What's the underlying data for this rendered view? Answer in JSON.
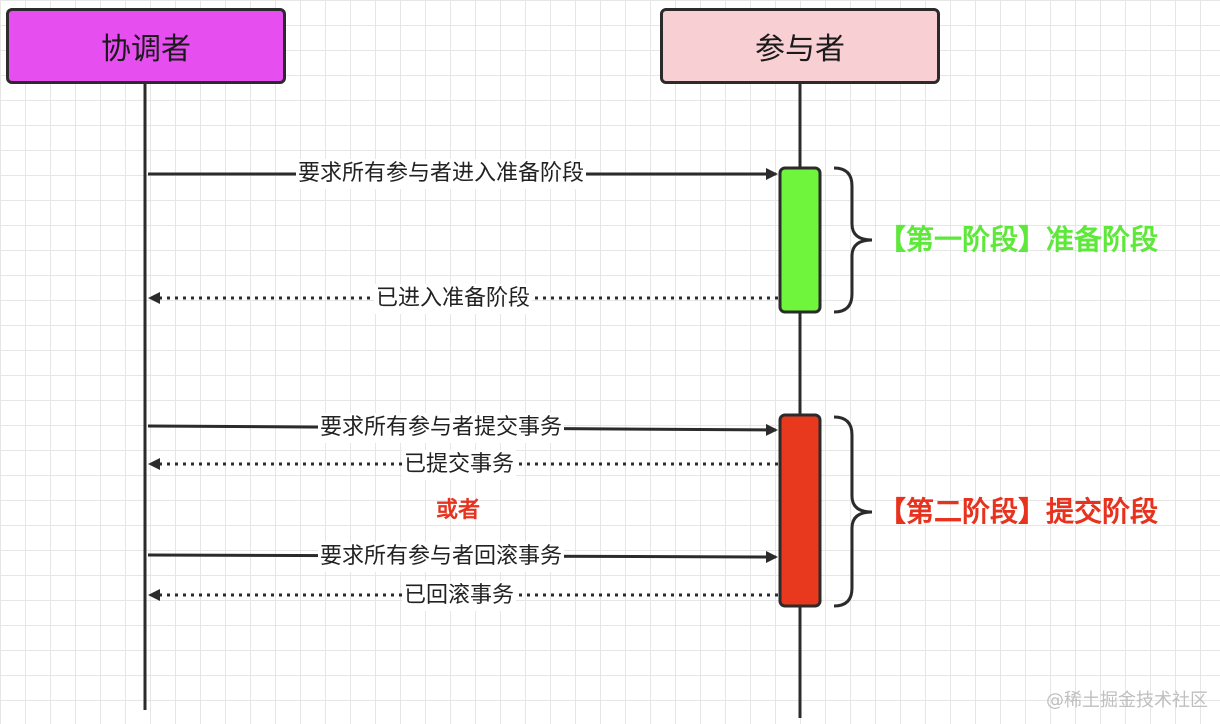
{
  "actors": {
    "coordinator": "协调者",
    "participant": "参与者"
  },
  "messages": {
    "phase1_request": "要求所有参与者进入准备阶段",
    "phase1_reply": "已进入准备阶段",
    "phase2_commit_request": "要求所有参与者提交事务",
    "phase2_commit_reply": "已提交事务",
    "alternative": "或者",
    "phase2_rollback_request": "要求所有参与者回滚事务",
    "phase2_rollback_reply": "已回滚事务"
  },
  "phases": {
    "phase1": "【第一阶段】准备阶段",
    "phase2": "【第二阶段】提交阶段"
  },
  "watermark": "@稀土掘金技术社区",
  "colors": {
    "coordinator_fill": "#e64ef0",
    "participant_fill": "#f8d0d4",
    "phase1_bar": "#6ef53c",
    "phase2_bar": "#e8391e",
    "phase1_text": "#5ee83a",
    "phase2_text": "#e8321e"
  }
}
